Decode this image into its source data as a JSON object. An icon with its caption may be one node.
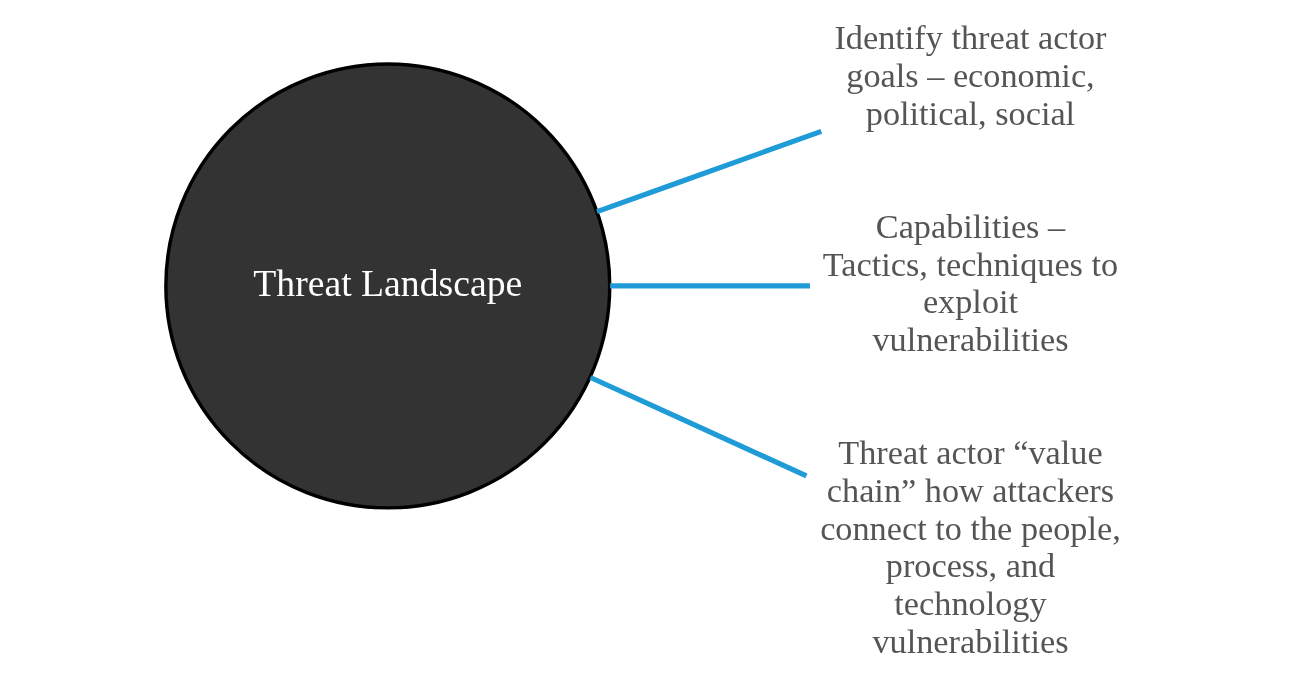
{
  "diagram": {
    "nodes": [
      {
        "text": [
          "Threat Landscape"
        ]
      },
      {
        "text": [
          "Identify threat actor goals – economic, political, social"
        ]
      },
      {
        "text": [
          "Capabilities – Tactics, techniques to exploit vulnerabilities"
        ]
      },
      {
        "text": [
          "Threat actor “value chain” how attackers connect to the people, process, and technology vulnerabilities"
        ]
      }
    ],
    "edges": [
      {
        "from": 0,
        "to": 1,
        "arrow": "none"
      },
      {
        "from": 0,
        "to": 2,
        "arrow": "none"
      },
      {
        "from": 0,
        "to": 3,
        "arrow": "none"
      }
    ]
  }
}
